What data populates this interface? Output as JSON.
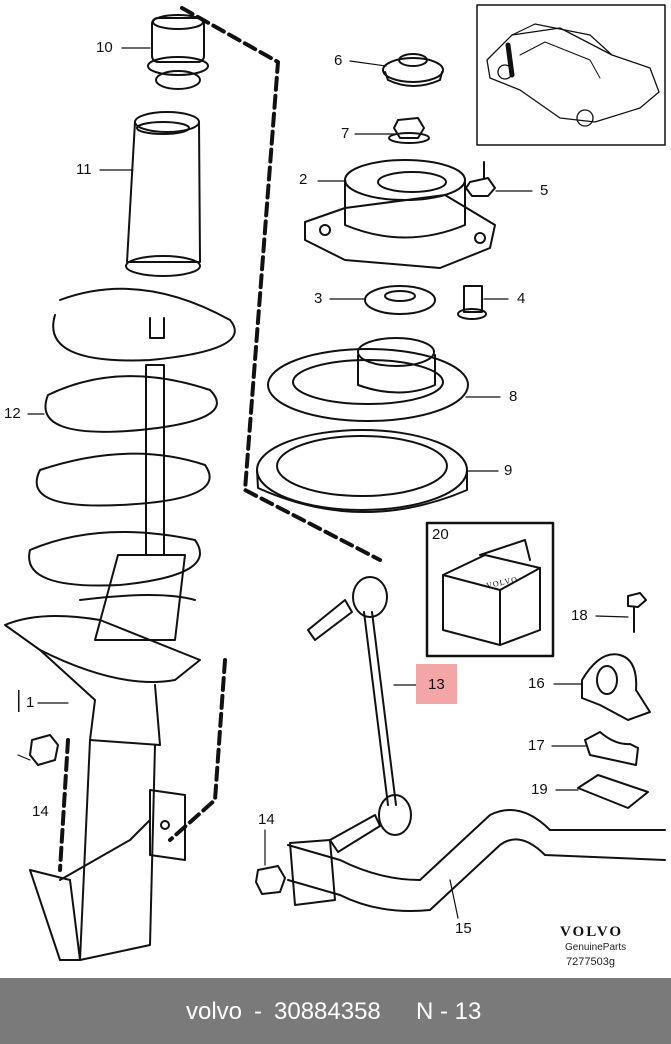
{
  "callouts": {
    "c1": "1",
    "c2": "2",
    "c3": "3",
    "c4": "4",
    "c5": "5",
    "c6": "6",
    "c7": "7",
    "c8": "8",
    "c9": "9",
    "c10": "10",
    "c11": "11",
    "c12": "12",
    "c13": "13",
    "c14a": "14",
    "c14b": "14",
    "c15": "15",
    "c16": "16",
    "c17": "17",
    "c18": "18",
    "c19": "19",
    "c20": "20"
  },
  "box_label": "VOLVO",
  "brand": {
    "logo": "VOLVO",
    "tagline": "GenuineParts",
    "ref": "7277503g"
  },
  "footer": {
    "make": "volvo",
    "separator": "-",
    "part_number": "30884358",
    "position": "N - 13"
  },
  "colors": {
    "highlight": "#f4a6a6",
    "footer_bg": "#7a7a7a",
    "footer_text": "#ffffff"
  }
}
